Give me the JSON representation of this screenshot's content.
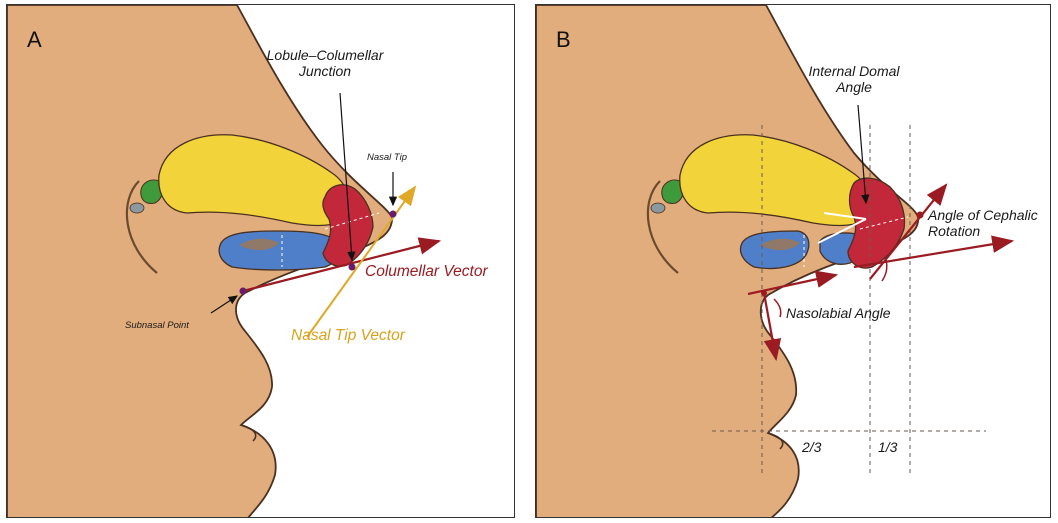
{
  "panels": {
    "a": {
      "letter": "A",
      "labels": {
        "lobule_columellar_junction": "Lobule–Columellar\nJunction",
        "nasal_tip": "Nasal Tip",
        "columellar_vector": "Columellar Vector",
        "subnasal_point": "Subnasal Point",
        "nasal_tip_vector": "Nasal Tip Vector"
      }
    },
    "b": {
      "letter": "B",
      "labels": {
        "internal_domal_angle": "Internal Domal\nAngle",
        "angle_of_cephalic_rotation": "Angle of Cephalic\nRotation",
        "nasolabial_angle": "Nasolabial Angle",
        "fraction_two_thirds": "2/3",
        "fraction_one_third": "1/3"
      }
    }
  },
  "colors": {
    "skin": "#e2ad7c",
    "skin_outline": "#4a3020",
    "upper_lateral_cartilage": "#f2d43a",
    "lower_lateral_cartilage_lateral_crus": "#4f7fc8",
    "lower_lateral_cartilage_dome": "#c3283a",
    "sesamoid_cartilage": "#3f9a3c",
    "vector_red": "#9b1b22",
    "vector_gold": "#e0a826",
    "guide_lines": "#6a5a50"
  }
}
